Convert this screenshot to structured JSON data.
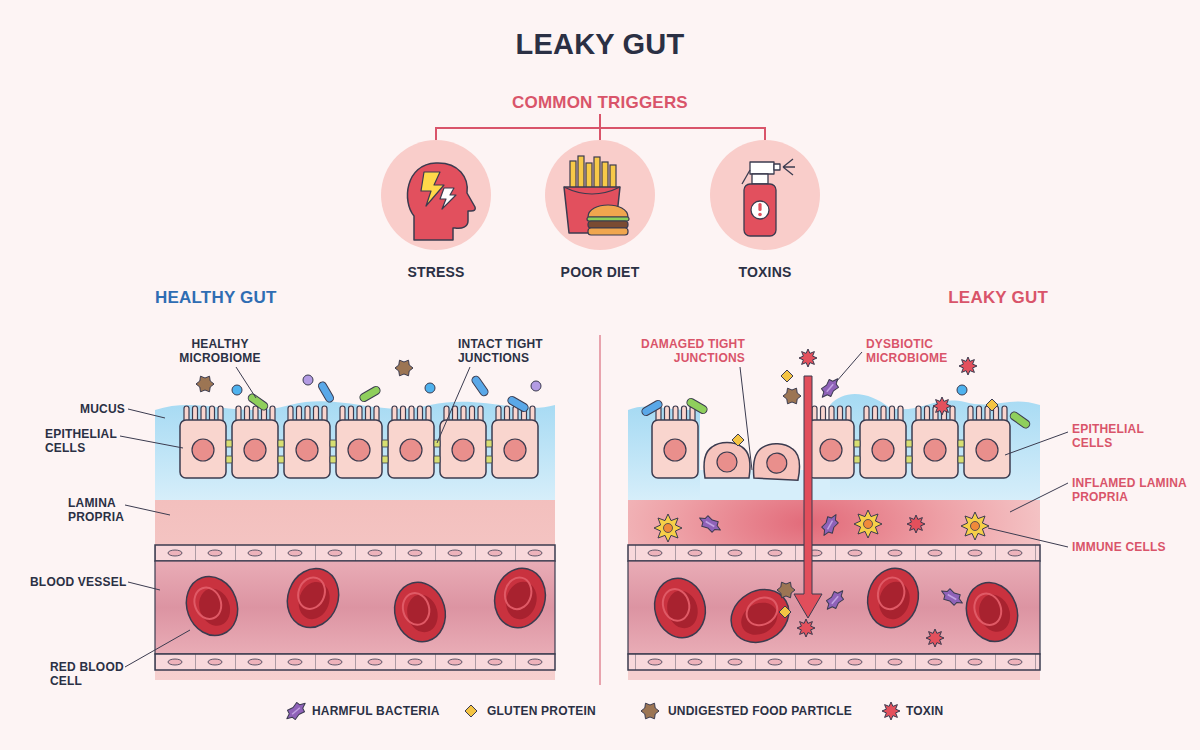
{
  "diagram": {
    "title": "LEAKY GUT",
    "nodes": [
      {
        "text": [
          "STRESS"
        ]
      },
      {
        "text": [
          "POOR DIET"
        ]
      },
      {
        "text": [
          "TOXINS"
        ]
      }
    ],
    "labels": [
      "COMMON TRIGGERS",
      "HEALTHY GUT",
      "LEAKY GUT",
      "HEALTHY MICROBIOME",
      "INTACT TIGHT JUNCTIONS",
      "MUCUS",
      "EPITHELIAL CELLS",
      "LAMINA PROPRIA",
      "BLOOD VESSEL",
      "RED BLOOD CELL",
      "DAMAGED TIGHT JUNCTIONS",
      "DYSBIOTIC MICROBIOME",
      "EPITHELIAL CELLS",
      "INFLAMED LAMINA PROPRIA",
      "IMMUNE CELLS"
    ],
    "legend": [
      {
        "text": "HARMFUL BACTERIA"
      },
      {
        "text": "GLUTEN PROTEIN"
      },
      {
        "text": "UNDIGESTED FOOD PARTICLE"
      },
      {
        "text": "TOXIN"
      }
    ]
  }
}
